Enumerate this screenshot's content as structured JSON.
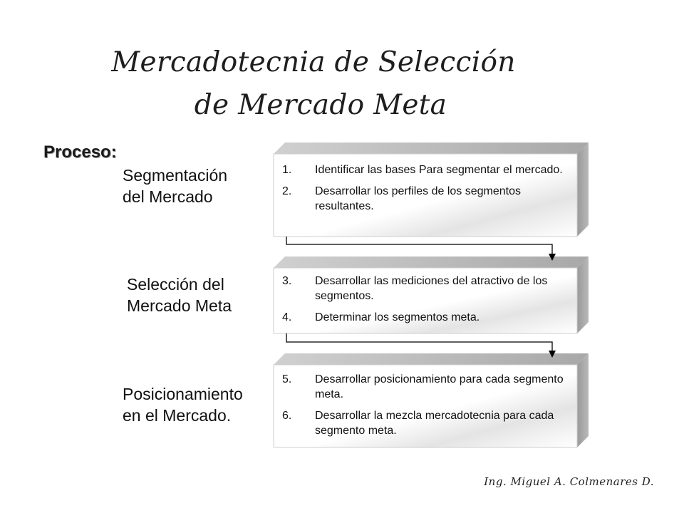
{
  "title": {
    "line1": "Mercadotecnia de Selección",
    "line2": "de Mercado Meta"
  },
  "process_label": "Proceso:",
  "stages": [
    {
      "label_line1": "Segmentación",
      "label_line2": "del Mercado",
      "steps": [
        {
          "num": "1.",
          "text": "Identificar las bases Para segmentar el mercado."
        },
        {
          "num": "2.",
          "text": "Desarrollar los perfiles de los segmentos resultantes."
        }
      ]
    },
    {
      "label_line1": "Selección del",
      "label_line2": "Mercado Meta",
      "steps": [
        {
          "num": "3.",
          "text": "Desarrollar las mediciones del atractivo de los segmentos."
        },
        {
          "num": "4.",
          "text": "Determinar los segmentos meta."
        }
      ]
    },
    {
      "label_line1": "Posicionamiento",
      "label_line2": "en el Mercado.",
      "steps": [
        {
          "num": "5.",
          "text": "Desarrollar posicionamiento para cada segmento meta."
        },
        {
          "num": "6.",
          "text": "Desarrollar la mezcla mercadotecnia para cada segmento meta."
        }
      ]
    }
  ],
  "signature": "Ing. Miguel A. Colmenares D.",
  "colors": {
    "box_face": "#ffffff",
    "box_top": "#bdbdbd",
    "box_side": "#9e9e9e",
    "box_shadow": "#d9d9d9",
    "connector": "#000000"
  }
}
